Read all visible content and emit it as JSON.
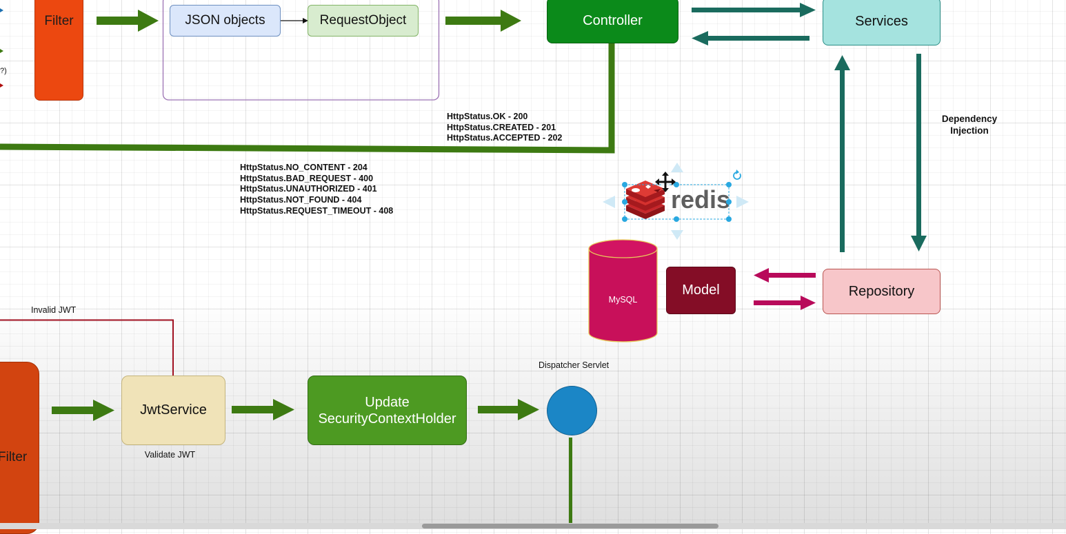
{
  "top_filter": {
    "label": "Filter"
  },
  "json_objects": {
    "label": "JSON objects"
  },
  "request_object": {
    "label": "RequestObject"
  },
  "controller": {
    "label": "Controller"
  },
  "services": {
    "label": "Services"
  },
  "dependency_injection": {
    "line1": "Dependency",
    "line2": "Injection"
  },
  "success_statuses": [
    "HttpStatus.OK - 200",
    "HttpStatus.CREATED - 201",
    "HttpStatus.ACCEPTED - 202"
  ],
  "error_statuses": [
    "HttpStatus.NO_CONTENT - 204",
    "HttpStatus.BAD_REQUEST - 400",
    "HttpStatus.UNAUTHORIZED - 401",
    "HttpStatus.NOT_FOUND - 404",
    "HttpStatus.REQUEST_TIMEOUT - 408"
  ],
  "redis": {
    "wordmark": "redis"
  },
  "mysql": {
    "label": "MySQL"
  },
  "model": {
    "label": "Model"
  },
  "repository": {
    "label": "Repository"
  },
  "invalid_jwt": {
    "label": "Invalid JWT"
  },
  "bottom_filter": {
    "label": "Filter"
  },
  "jwt_service": {
    "label": "JwtService",
    "caption": "Validate JWT"
  },
  "update_context": {
    "line1": "Update",
    "line2": "SecurityContextHolder"
  },
  "dispatcher_servlet": {
    "label": "Dispatcher Servlet"
  },
  "legend_fragment": {
    "text": "?)"
  },
  "colors": {
    "green_arrow": "#3d7a12",
    "teal_arrow": "#1a6b5e",
    "magenta_arrow": "#b80a5a",
    "controller_fill": "#0b8a1a",
    "filter_fill": "#ec4810",
    "services_fill": "#a5e3df",
    "repository_fill": "#f7c6c9",
    "model_fill": "#840d26",
    "mysql_fill": "#c8105a",
    "jwt_fill": "#f0e3b8",
    "update_fill": "#4d9a22",
    "dispatcher_fill": "#1b86c6",
    "json_fill": "#dbe7fb",
    "request_fill": "#d8eccf",
    "selection": "#29a8e0"
  }
}
